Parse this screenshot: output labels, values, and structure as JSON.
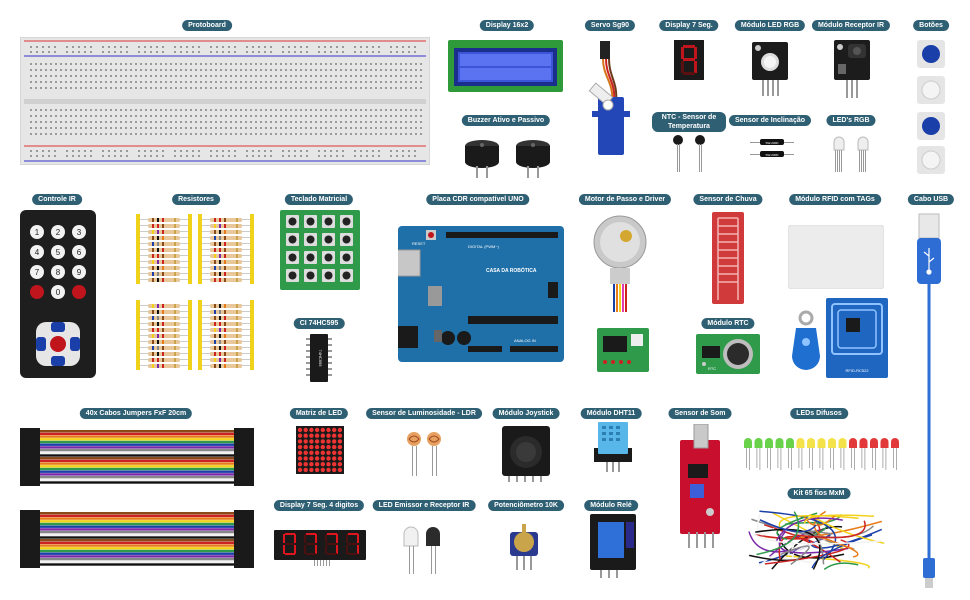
{
  "labels": {
    "protoboard": "Protoboard",
    "display16x2": "Display 16x2",
    "servo": "Servo Sg90",
    "display7seg": "Display 7 Seg.",
    "led_rgb_module": "Módulo LED RGB",
    "ir_receiver_module": "Módulo Receptor IR",
    "buttons": "Botões",
    "buzzer": "Buzzer Ativo e Passivo",
    "ntc": "NTC - Sensor de Temperatura",
    "tilt_sensor": "Sensor de Inclinação",
    "rgb_leds": "LED's RGB",
    "ir_remote": "Controle IR",
    "resistors": "Resistores",
    "keypad": "Teclado Matricial",
    "uno_board": "Placa CDR compatível UNO",
    "stepper": "Motor de Passo e Driver",
    "rain_sensor": "Sensor de Chuva",
    "rfid": "Módulo RFID com TAGs",
    "usb_cable": "Cabo USB",
    "ic": "CI 74HC595",
    "rtc": "Módulo RTC",
    "jumpers": "40x Cabos Jumpers FxF 20cm",
    "led_matrix": "Matriz de LED",
    "ldr": "Sensor de Luminosidade - LDR",
    "joystick": "Módulo Joystick",
    "dht11": "Módulo DHT11",
    "sound_sensor": "Sensor de Som",
    "diffused_leds": "LEDs Difusos",
    "display7seg4": "Display 7 Seg. 4 digitos",
    "ir_emitter_receiver": "LED Emissor e Receptor IR",
    "potentiometer": "Potenciômetro 10K",
    "relay": "Módulo Relé",
    "jumper_kit": "Kit 65 fios MxM"
  },
  "markings": {
    "ic_part": "74HC595",
    "board_reset": "RESET",
    "board_brand": "CASA DA ROBÓTICA",
    "board_digital": "DIGITAL (PWM~)",
    "board_analog": "ANALOG IN",
    "rfid_part": "RFID-RC522",
    "rtc_part": "RTC",
    "tilt_a": "SW-200D",
    "tilt_b": "SW-200D"
  },
  "remote_keys": [
    "1",
    "2",
    "3",
    "4",
    "5",
    "6",
    "7",
    "8",
    "9",
    "",
    "0",
    ""
  ],
  "icons": [
    "usb-icon"
  ],
  "colors": {
    "label_bg": "#2f5f73",
    "board_blue": "#1f6fa8",
    "pcb_red": "#c8102e",
    "pcb_green": "#2e9a4a",
    "button_blue": "#1a3fa8"
  }
}
